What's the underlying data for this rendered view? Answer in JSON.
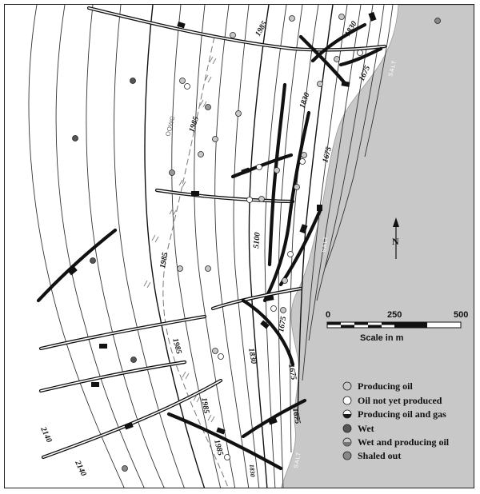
{
  "contour_labels": {
    "c1985_top": "1985",
    "c1830_top": "1830",
    "c1675_top": "1675",
    "c1830_mid": "1830",
    "c1675_mid": "1675",
    "c1985_mid": "1985",
    "c5100": "5100",
    "c1985_left": "1985",
    "c1675_lowmid": "1675",
    "c1985_low": "1985",
    "c1830_low": "1830",
    "c1675_low": "1675",
    "c1985_bottom": "1985",
    "c1675_bottom": "1675",
    "c1985_bottom2": "1985",
    "c1830_bottom": "1830",
    "c2140_a": "2140",
    "c2140_b": "2140"
  },
  "owc_label": "OOWC",
  "salt_labels": [
    "SALT",
    "SALT",
    "SALT"
  ],
  "north_label": "N",
  "scale": {
    "ticks": [
      "0",
      "250",
      "500"
    ],
    "caption": "Scale in m"
  },
  "legend": [
    {
      "label": "Producing oil",
      "symbol": "producing-oil",
      "fill": "#c8c8c8"
    },
    {
      "label": "Oil not yet produced",
      "symbol": "oil-not-produced",
      "fill": "#ffffff"
    },
    {
      "label": "Producing oil and gas",
      "symbol": "oil-and-gas",
      "fill": "#1a1a1a"
    },
    {
      "label": "Wet",
      "symbol": "wet",
      "fill": "#555555"
    },
    {
      "label": "Wet and producing oil",
      "symbol": "wet-and-oil",
      "fill": "#9a9a9a"
    },
    {
      "label": "Shaled out",
      "symbol": "shaled-out",
      "fill": "#888888"
    }
  ],
  "colors": {
    "salt": "#c8c8c8",
    "contour": "#333333",
    "fault": "#111111"
  }
}
